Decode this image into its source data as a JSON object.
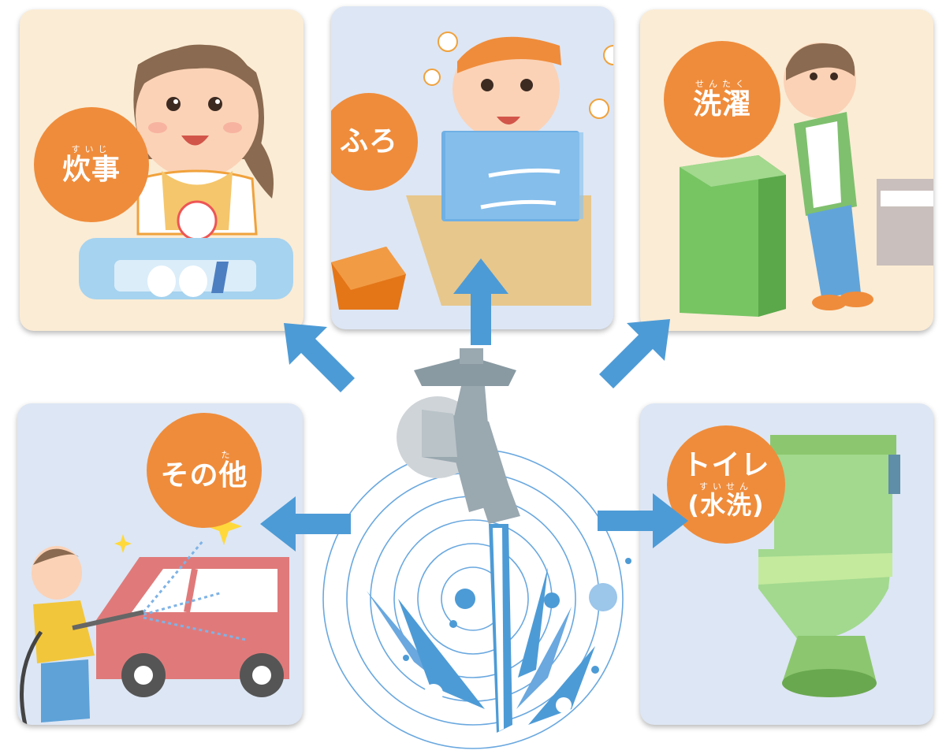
{
  "panels": {
    "cooking": {
      "label": "炊事",
      "ruby": "すいじ"
    },
    "bath": {
      "label": "ふろ"
    },
    "laundry": {
      "label": "洗濯",
      "ruby": "せんたく"
    },
    "other": {
      "label": "その他",
      "ruby": "た"
    },
    "toilet": {
      "label": "トイレ",
      "label2": "(水洗)",
      "ruby": "すいせん"
    }
  },
  "colors": {
    "badge": "#ef8c3b",
    "arrow": "#4d9bd6",
    "cream_panel": "#fbecd5",
    "blue_panel": "#dde6f4"
  },
  "icons": [
    "faucet-icon",
    "water-splash-icon",
    "arrow-icon"
  ]
}
